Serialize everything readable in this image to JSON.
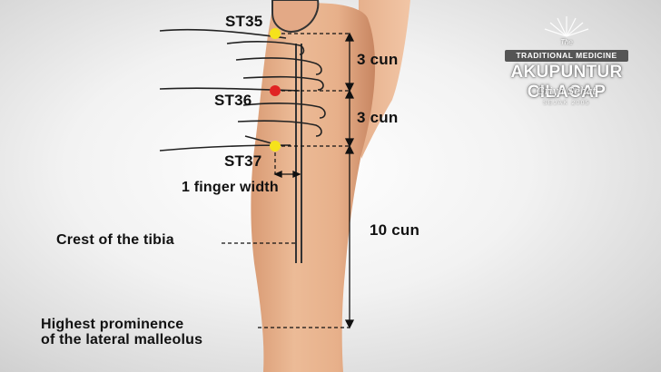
{
  "points": {
    "st35": {
      "label": "ST35",
      "color": "#f5e21b"
    },
    "st36": {
      "label": "ST36",
      "color": "#e02424"
    },
    "st37": {
      "label": "ST37",
      "color": "#f5e21b"
    }
  },
  "measurements": {
    "upper": "3 cun",
    "middle": "3 cun",
    "lower": "10 cun",
    "finger": "1 finger width"
  },
  "landmarks": {
    "tibia_crest": "Crest of the tibia",
    "malleolus_line1": "Highest prominence",
    "malleolus_line2": "of the lateral malleolus"
  },
  "logo": {
    "the": "The",
    "subtitle": "TRADITIONAL MEDICINE",
    "title": "AKUPUNTUR CILACAP",
    "script": "Griya Sehat",
    "since": "SEJAK 2005"
  },
  "colors": {
    "skin": "#e7b48f",
    "skin_shadow": "#c98a63",
    "acupoint_yellow": "#f5e21b",
    "acupoint_red": "#e02424"
  }
}
